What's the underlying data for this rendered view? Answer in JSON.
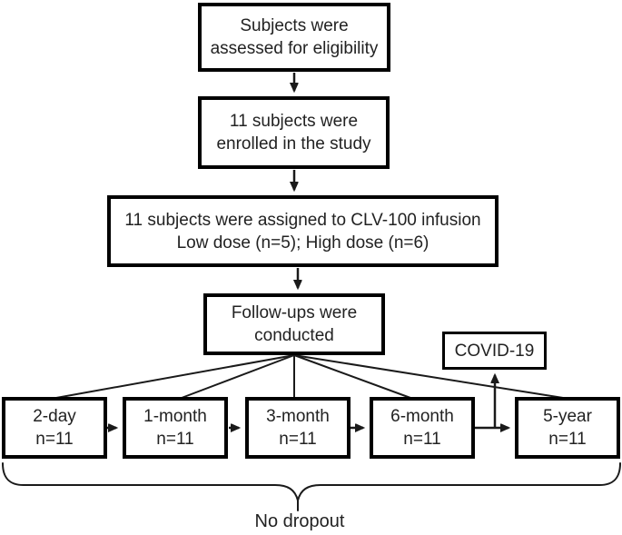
{
  "diagram": {
    "nodes": {
      "assessed": {
        "line1": "Subjects were",
        "line2": "assessed for eligibility"
      },
      "enrolled": {
        "line1": "11 subjects were",
        "line2": "enrolled in the study"
      },
      "assigned": {
        "line1": "11 subjects were assigned to CLV-100 infusion",
        "line2": "Low dose (n=5); High dose (n=6)"
      },
      "followup": {
        "line1": "Follow-ups were",
        "line2": "conducted"
      },
      "covid": {
        "label": "COVID-19"
      }
    },
    "timepoints": [
      {
        "label": "2-day",
        "count": "n=11"
      },
      {
        "label": "1-month",
        "count": "n=11"
      },
      {
        "label": "3-month",
        "count": "n=11"
      },
      {
        "label": "6-month",
        "count": "n=11"
      },
      {
        "label": "5-year",
        "count": "n=11"
      }
    ],
    "annotation": "No dropout"
  },
  "colors": {
    "border": "#000000",
    "line": "#1a1a1a",
    "text": "#222222",
    "background": "#ffffff"
  }
}
